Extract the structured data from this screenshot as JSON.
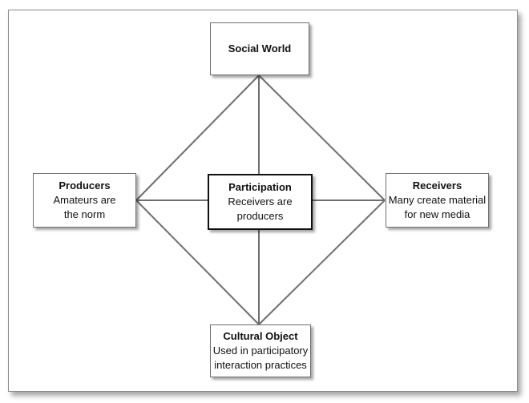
{
  "nodes": {
    "social_world": {
      "title": "Social World"
    },
    "producers": {
      "title": "Producers",
      "line1": "Amateurs are",
      "line2": "the norm"
    },
    "participation": {
      "title": "Participation",
      "line1": "Receivers are",
      "line2": "producers"
    },
    "receivers": {
      "title": "Receivers",
      "line1": "Many create material",
      "line2": "for new media"
    },
    "cultural_object": {
      "title": "Cultural Object",
      "line1": "Used in participatory",
      "line2": "interaction practices"
    }
  }
}
